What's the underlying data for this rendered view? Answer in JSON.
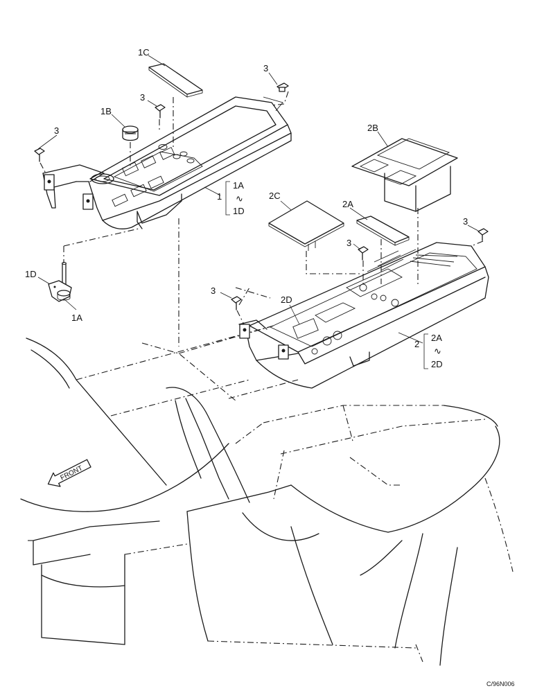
{
  "callouts": {
    "c1C": "1C",
    "c1B": "1B",
    "c1D": "1D",
    "c1A": "1A",
    "c3a": "3",
    "c3b": "3",
    "c3c": "3",
    "c3d": "3",
    "c3e": "3",
    "c3f": "3",
    "c2B": "2B",
    "c2C": "2C",
    "c2A": "2A",
    "c2D": "2D",
    "c1": "1",
    "c2": "2"
  },
  "ranges": {
    "r1": {
      "from": "1A",
      "sep": "∿",
      "to": "1D"
    },
    "r2": {
      "from": "2A",
      "sep": "∿",
      "to": "2D"
    }
  },
  "front_arrow": "FRONT",
  "figure_code": "C/96N006"
}
